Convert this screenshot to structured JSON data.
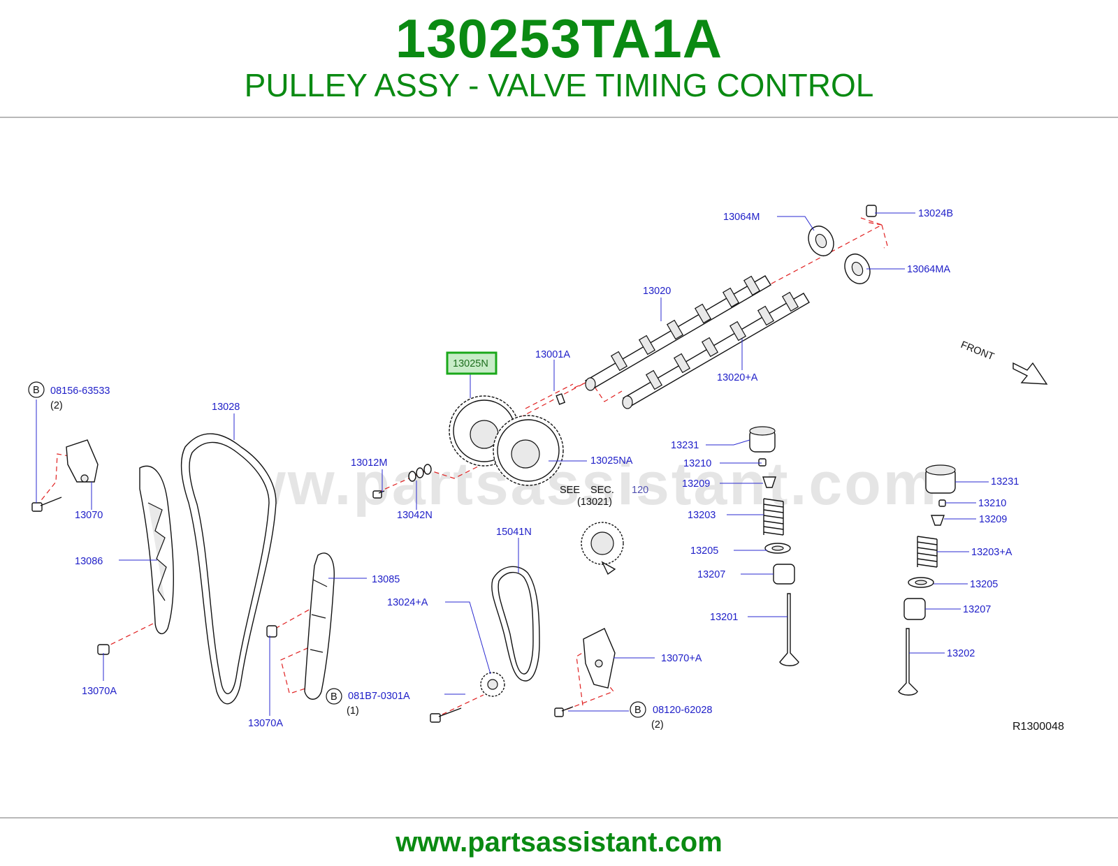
{
  "header": {
    "part_number": "130253TA1A",
    "description": "PULLEY ASSY - VALVE TIMING CONTROL"
  },
  "diagram": {
    "watermark": "www.partsassistant.com",
    "highlighted_part": "13025N",
    "highlight_color": "#1aa81a",
    "label_color": "#1e1ec8",
    "dash_color": "#e02020",
    "front_label": "FRONT",
    "drawing_code": "R1300048",
    "see_sec": {
      "see": "SEE",
      "sec": "SEC.",
      "number": "120",
      "ref": "(13021)"
    },
    "callouts": {
      "c13064M": "13064M",
      "c13024B": "13024B",
      "c13064MA": "13064MA",
      "c13020": "13020",
      "c13020A": "13020+A",
      "c13001A": "13001A",
      "c13025N": "13025N",
      "c13025NA": "13025NA",
      "c13028": "13028",
      "c13012M": "13012M",
      "c13042N": "13042N",
      "c13070": "13070",
      "c13086": "13086",
      "c13085": "13085",
      "c13070A_l": "13070A",
      "c13070A_m": "13070A",
      "c15041N": "15041N",
      "c13024A": "13024+A",
      "c13070AA": "13070+A",
      "c13231_l": "13231",
      "c13210_l": "13210",
      "c13209_l": "13209",
      "c13203": "13203",
      "c13205_l": "13205",
      "c13207_l": "13207",
      "c13201": "13201",
      "c13231_r": "13231",
      "c13210_r": "13210",
      "c13209_r": "13209",
      "c13203A": "13203+A",
      "c13205_r": "13205",
      "c13207_r": "13207",
      "c13202": "13202"
    },
    "bolts": {
      "b1": {
        "letter": "B",
        "part": "08156-63533",
        "qty": "(2)"
      },
      "b2": {
        "letter": "B",
        "part": "081B7-0301A",
        "qty": "(1)"
      },
      "b3": {
        "letter": "B",
        "part": "08120-62028",
        "qty": "(2)"
      }
    }
  },
  "footer": {
    "url": "www.partsassistant.com"
  }
}
